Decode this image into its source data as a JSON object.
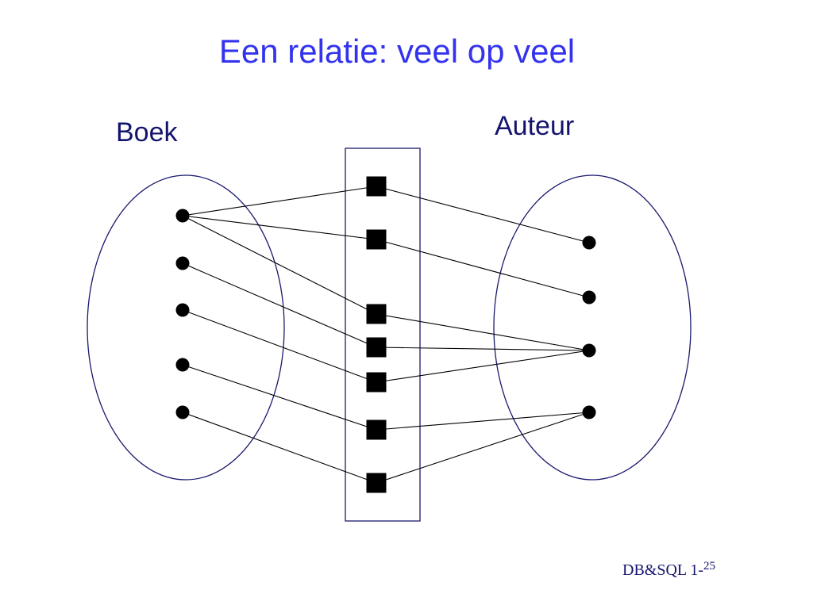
{
  "slide": {
    "title": "Een relatie: veel op veel",
    "left_set_label": "Boek",
    "right_set_label": "Auteur",
    "footer_text": "DB&SQL 1-",
    "footer_page": "25"
  },
  "colors": {
    "title": "#3333ee",
    "labels": "#14146e",
    "ellipse_stroke": "#1a1a6e",
    "nodes": "#000000",
    "edges": "#000000"
  },
  "diagram": {
    "left_nodes": [
      "b1",
      "b2",
      "b3",
      "b4",
      "b5"
    ],
    "relation_nodes": [
      "r1",
      "r2",
      "r3",
      "r4",
      "r5",
      "r6",
      "r7"
    ],
    "right_nodes": [
      "a1",
      "a2",
      "a3",
      "a4"
    ],
    "edges": [
      [
        "b1",
        "r1"
      ],
      [
        "b1",
        "r2"
      ],
      [
        "b1",
        "r3"
      ],
      [
        "b2",
        "r4"
      ],
      [
        "b3",
        "r5"
      ],
      [
        "b4",
        "r6"
      ],
      [
        "b5",
        "r7"
      ],
      [
        "r1",
        "a1"
      ],
      [
        "r2",
        "a2"
      ],
      [
        "r3",
        "a3"
      ],
      [
        "r4",
        "a3"
      ],
      [
        "r5",
        "a3"
      ],
      [
        "r6",
        "a4"
      ],
      [
        "r7",
        "a4"
      ]
    ]
  }
}
